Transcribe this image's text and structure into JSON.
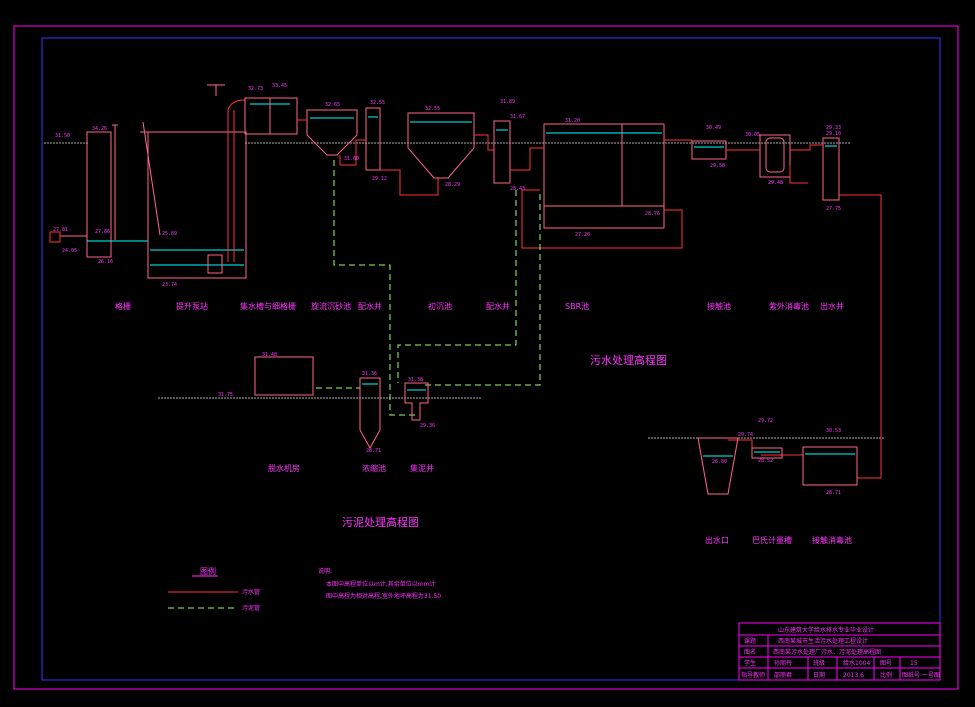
{
  "diagram": {
    "title_wastewater": "污水处理高程图",
    "title_sludge": "污泥处理高程图",
    "units": [
      {
        "name": "格栅"
      },
      {
        "name": "提升泵站"
      },
      {
        "name": "集水槽与细格栅"
      },
      {
        "name": "旋流沉砂池"
      },
      {
        "name": "配水井"
      },
      {
        "name": "初沉池"
      },
      {
        "name": "配水井"
      },
      {
        "name": "SBR池"
      },
      {
        "name": "接触池"
      },
      {
        "name": "紫外消毒池"
      },
      {
        "name": "出水井"
      },
      {
        "name": "脱水机房"
      },
      {
        "name": "浓缩池"
      },
      {
        "name": "集泥井"
      },
      {
        "name": "出水口"
      },
      {
        "name": "巴氏计量槽"
      },
      {
        "name": "接触消毒池"
      }
    ],
    "elevations": {
      "ground_left": "31.50",
      "grid_top": "34.26",
      "grid_in1": "27.81",
      "grid_in2": "27.86",
      "grid_bot": "26.16",
      "pump_well": "25.89",
      "pump_low": "24.05",
      "pump_bot": "23.74",
      "fine_top1": "32.73",
      "fine_top2": "33.45",
      "grit_top": "32.65",
      "grit_bot": "31.60",
      "dist1_top": "32.55",
      "dist1_bot": "29.12",
      "prim_top": "32.55",
      "prim_bot": "28.29",
      "dist2_top": "31.89",
      "dist2_mid": "31.67",
      "dist2_bot": "28.43",
      "sbr_top": "31.20",
      "sbr_bot1": "28.76",
      "sbr_bot2": "27.20",
      "contact_top": "30.49",
      "contact_bot": "29.58",
      "uv_top": "30.05",
      "uv_bot": "29.48",
      "out_top": "29.33",
      "out_top2": "29.10",
      "out_bot": "27.75",
      "press_top": "31.48",
      "press_ground": "31.75",
      "thick_top": "31.36",
      "thick_bot": "28.71",
      "collect_top": "31.38",
      "collect_bot": "29.36",
      "outlet_top": "29.74",
      "outlet_level": "26.80",
      "meter_top": "29.72",
      "meter_bot": "28.52",
      "cont2_top": "30.53",
      "cont2_bot": "28.71"
    },
    "legend": {
      "title": "图例",
      "items": [
        {
          "label": "污水管"
        },
        {
          "label": "污泥管"
        }
      ]
    },
    "notes": {
      "title": "说明:",
      "lines": [
        "本图中高程单位以m计,其余单位以mm计",
        "图中高程为相对高程,室外地坪高程为31.50"
      ]
    },
    "title_block": {
      "school": "山东建筑大学给水排水专业毕业设计",
      "row1_label": "课题",
      "row1_value": "西南某城市生活污水处理工程设计",
      "row2_label": "图名",
      "row2_value": "西南某污水处理厂污水、污泥处理高程图",
      "row3": [
        "学生",
        "孙丽丹",
        "班级",
        "给水1004",
        "图号",
        "15"
      ],
      "row4": [
        "指导教师",
        "邵丽君",
        "日期",
        "2013.6",
        "比例",
        "图纸号 一号图"
      ]
    }
  },
  "colors": {
    "frame": "#ff00ff",
    "inner_frame": "#3333ff",
    "structure": "#ff6688",
    "sewage_pipe": "#ff3333",
    "sludge_pipe": "#99ff66",
    "water": "#00ffff",
    "text": "#ff33ff",
    "ground": "#aaaaaa"
  }
}
